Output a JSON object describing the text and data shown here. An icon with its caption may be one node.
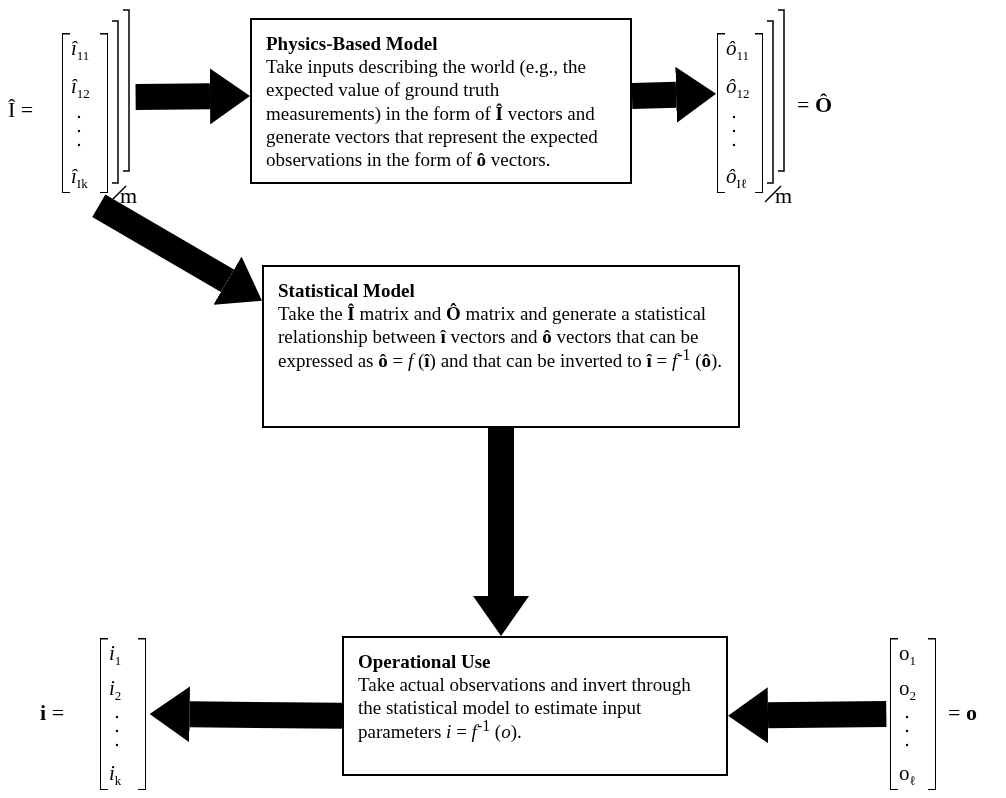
{
  "diagram": {
    "nodes": [
      {
        "text": [
          "*î*$_{11}$",
          "*î*$_{12}$",
          "*î*$_{Ik}$"
        ],
        "beside": [
          "Î =",
          "m"
        ]
      },
      {
        "text": [
          "Physics-Based Model",
          "Take inputs describing the world (e.g., the expected value of ground truth measurements) in the form of **Î** vectors and generate vectors that represent the expected observations in the form of **ô** vectors."
        ]
      },
      {
        "text": [
          "*ô*$_{11}$",
          "*ô*$_{12}$",
          "*ô*$_{Iℓ}$"
        ],
        "beside": [
          "m",
          "= **Ô**"
        ]
      },
      {
        "text": [
          "Statistical Model",
          "Take the **Î** matrix and **Ô** matrix and generate a statistical relationship between **î** vectors and **ô** vectors that can be expressed as **ô** = *f* (**î**) and that can be inverted to **î** = *f*$^{-1}$ (**ô**)."
        ]
      },
      {
        "text": [
          "Operational Use",
          "Take actual observations and invert through the statistical model to estimate input parameters *i* = *f*$^{-1}$ (*o*)."
        ]
      },
      {
        "text": [
          "*i*$_{1}$",
          "*i*$_{2}$",
          "*i*$_{k}$"
        ],
        "beside": [
          "**i** ="
        ]
      },
      {
        "text": [
          "o$_{1}$",
          "o$_{2}$",
          "o$_{ℓ}$"
        ],
        "beside": [
          "= **o**"
        ]
      }
    ],
    "edges": [
      {
        "from": 0,
        "to": 1,
        "arrow": "to"
      },
      {
        "from": 1,
        "to": 2,
        "arrow": "to"
      },
      {
        "from": 0,
        "to": 3,
        "arrow": "to"
      },
      {
        "from": 3,
        "to": 4,
        "arrow": "to"
      },
      {
        "from": 6,
        "to": 4,
        "arrow": "to"
      },
      {
        "from": 4,
        "to": 5,
        "arrow": "to"
      }
    ]
  }
}
